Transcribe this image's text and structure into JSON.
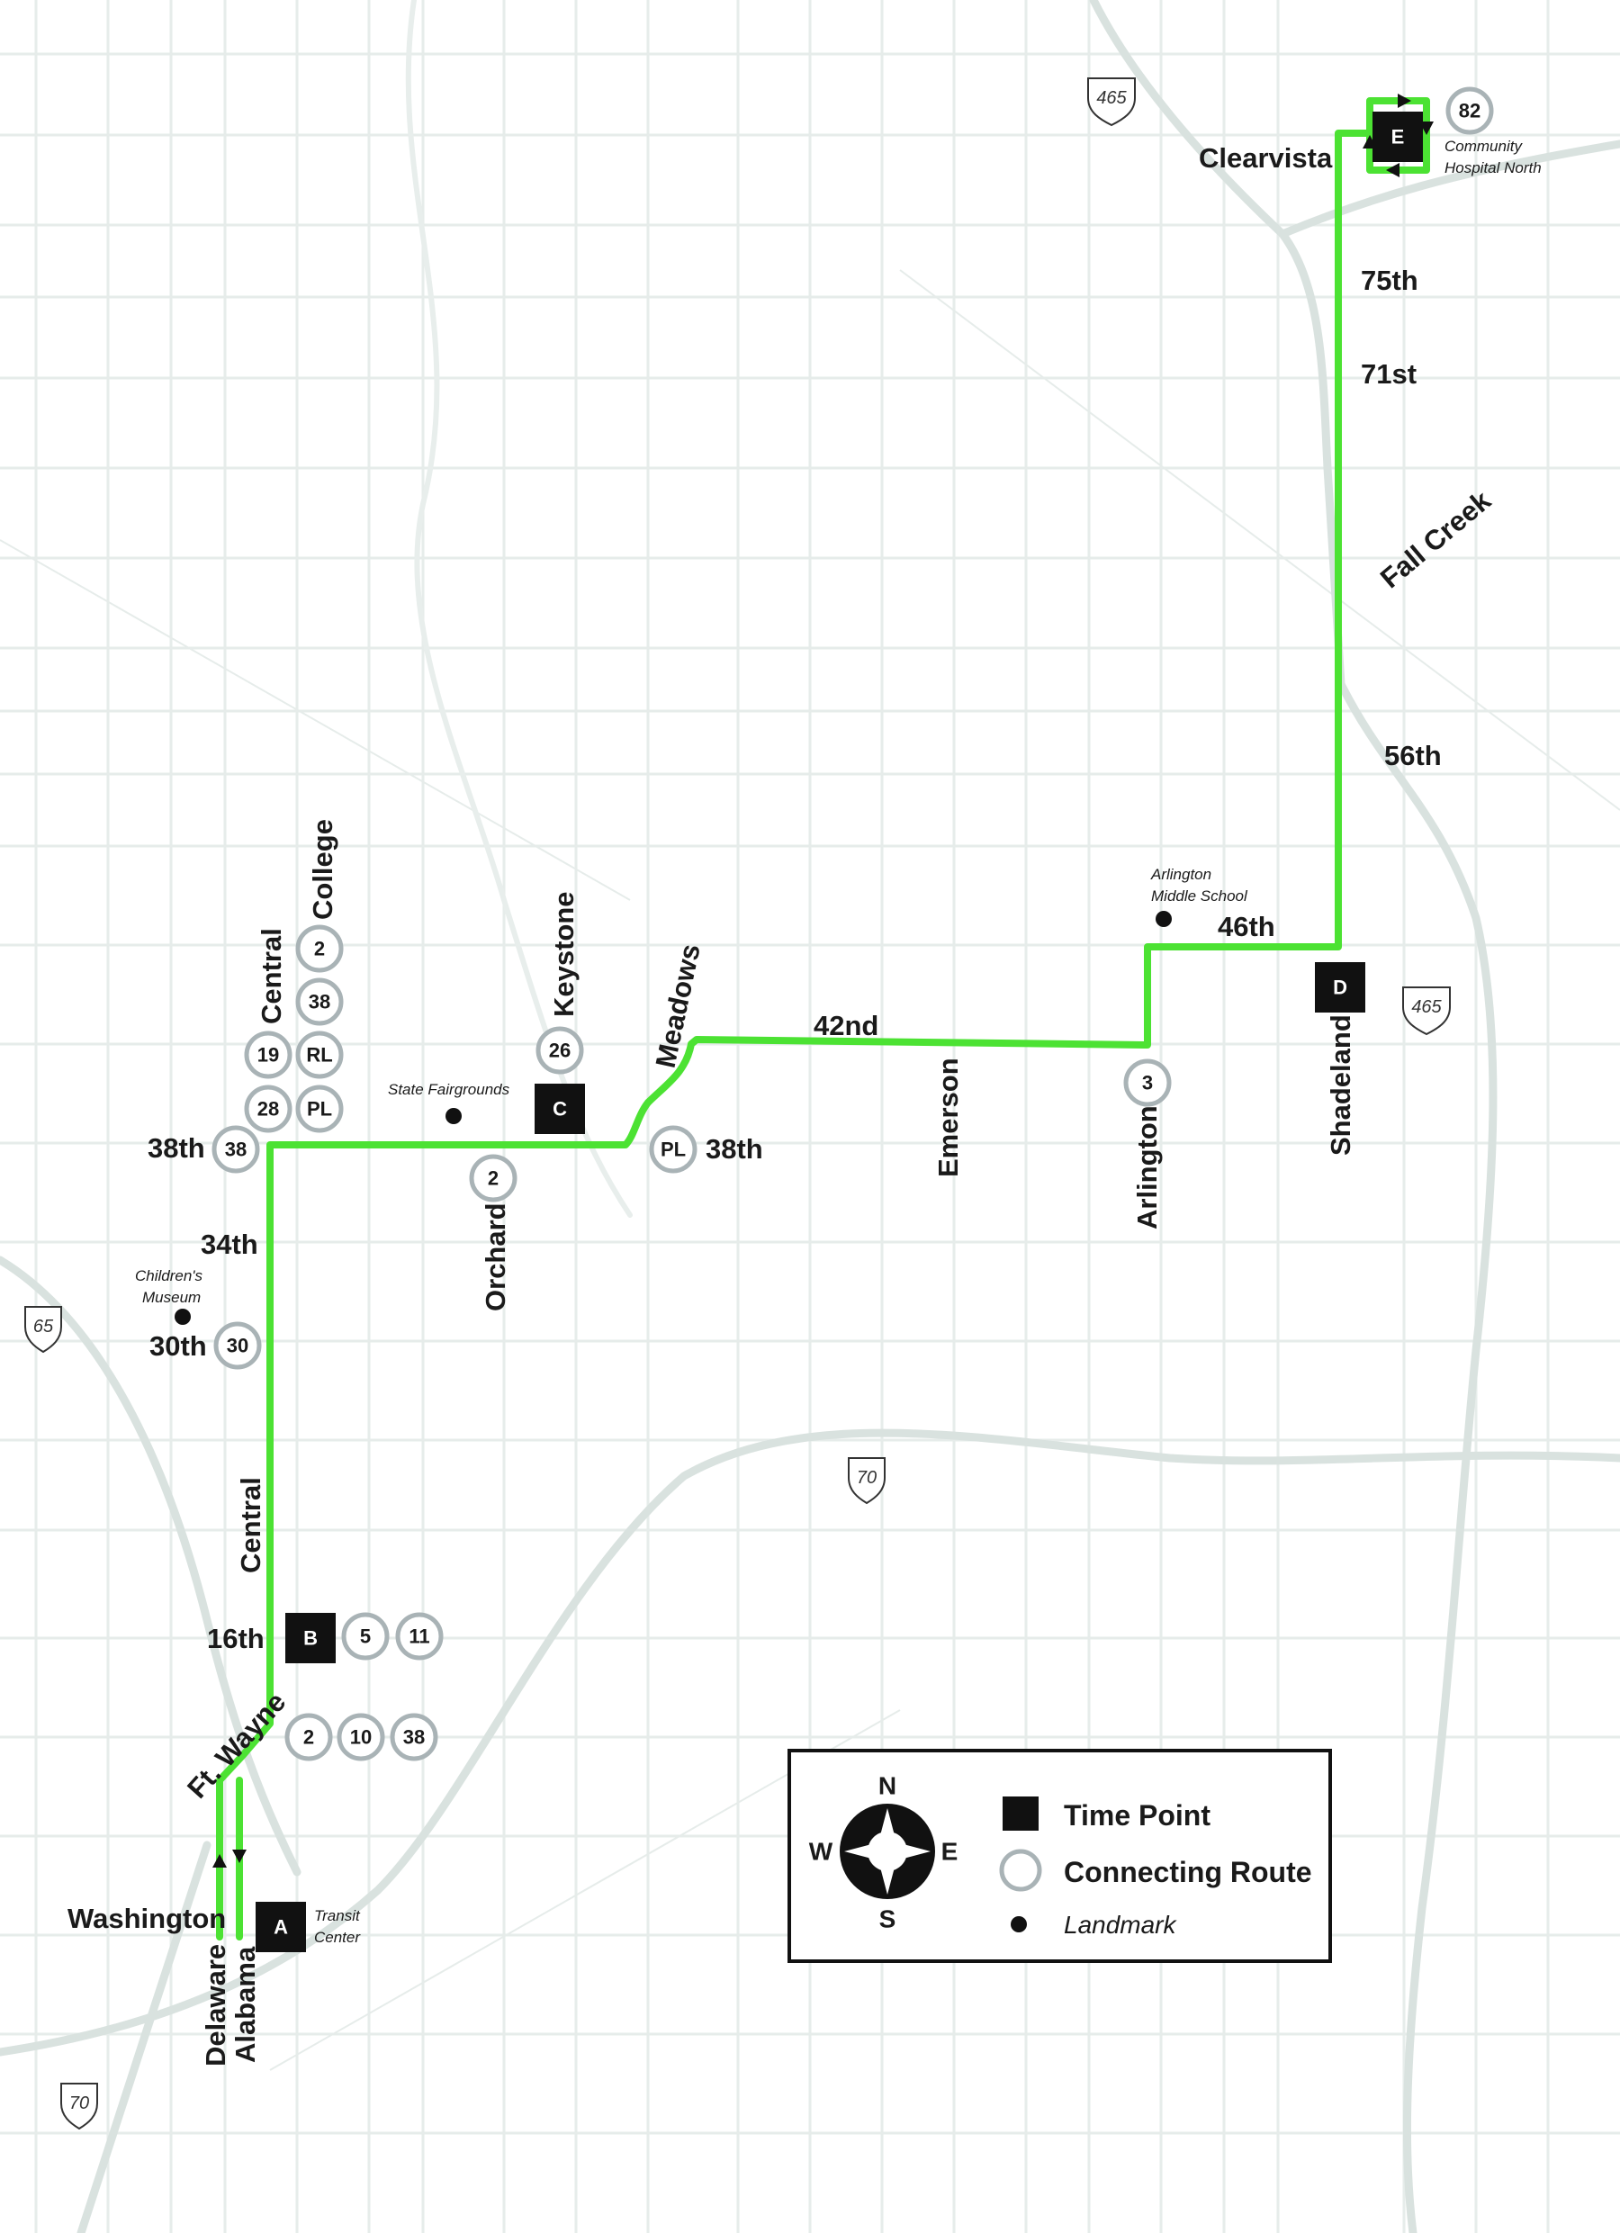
{
  "colors": {
    "route": "#4ce233",
    "background": "#ffffff",
    "streets": "#e6ecea",
    "highways": "#d9e2df",
    "timepoint": "#111111",
    "connecting_ring": "#a9b3b6"
  },
  "highway_shields": {
    "i465_north": "465",
    "i465_east": "465",
    "i65": "65",
    "i70_center": "70",
    "i70_south": "70"
  },
  "streets": {
    "clearvista": "Clearvista",
    "s75th": "75th",
    "s71st": "71st",
    "fall_creek": "Fall Creek",
    "s56th": "56th",
    "s46th": "46th",
    "s42nd": "42nd",
    "meadows": "Meadows",
    "keystone": "Keystone",
    "college": "College",
    "central_top": "Central",
    "s38th_west": "38th",
    "s38th_east": "38th",
    "emerson": "Emerson",
    "arlington": "Arlington",
    "shadeland": "Shadeland",
    "orchard": "Orchard",
    "s34th": "34th",
    "s30th": "30th",
    "central_south": "Central",
    "s16th": "16th",
    "ft_wayne": "Ft. Wayne",
    "washington": "Washington",
    "delaware": "Delaware",
    "alabama": "Alabama"
  },
  "landmarks": {
    "arlington_ms_line1": "Arlington",
    "arlington_ms_line2": "Middle School",
    "state_fairgrounds": "State Fairgrounds",
    "childrens_museum_line1": "Children's",
    "childrens_museum_line2": "Museum",
    "community_hospital_line1": "Community",
    "community_hospital_line2": "Hospital North",
    "transit_center_line1": "Transit",
    "transit_center_line2": "Center"
  },
  "time_points": {
    "a": "A",
    "b": "B",
    "c": "C",
    "d": "D",
    "e": "E"
  },
  "connecting_routes": {
    "hospital_82": "82",
    "college_2": "2",
    "college_38": "38",
    "college_rl": "RL",
    "college_pl": "PL",
    "central_19": "19",
    "central_28": "28",
    "s38th_38": "38",
    "keystone_26": "26",
    "orchard_2": "2",
    "meadows_pl": "PL",
    "arlington_3": "3",
    "s30th_30": "30",
    "s16th_5": "5",
    "s16th_11": "11",
    "ftwayne_2": "2",
    "ftwayne_10": "10",
    "ftwayne_38": "38"
  },
  "legend": {
    "north": "N",
    "south": "S",
    "east": "E",
    "west": "W",
    "time_point": "Time Point",
    "connecting_route": "Connecting Route",
    "landmark": "Landmark"
  }
}
